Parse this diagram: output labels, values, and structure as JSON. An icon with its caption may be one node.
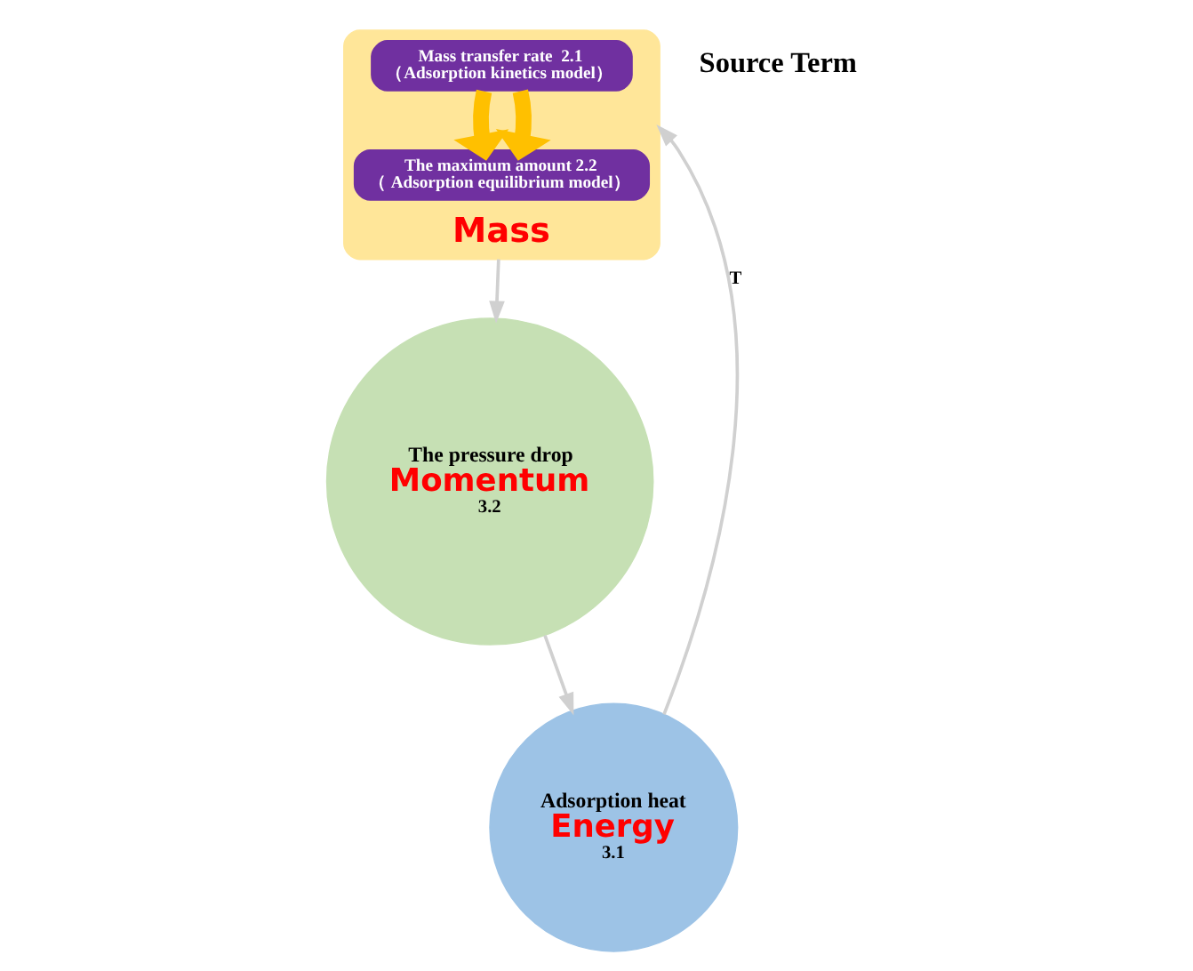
{
  "diagram": {
    "nodes": [
      {
        "text": [
          "The pressure drop",
          "Momentum",
          "3.2"
        ]
      },
      {
        "text": [
          "Adsorption heat",
          "Energy",
          "3.1"
        ]
      },
      {
        "text": [
          "Mass"
        ]
      },
      {
        "text": [
          "Mass transfer rate  2.1",
          "（Adsorption kinetics model）"
        ],
        "in": 2
      },
      {
        "text": [
          "The maximum amount 2.2",
          "（ Adsorption equilibrium model）"
        ],
        "in": 2
      }
    ],
    "edges": [
      {
        "from": 2,
        "to": 0,
        "arrow": "to"
      },
      {
        "from": 0,
        "to": 1,
        "arrow": "to"
      },
      {
        "from": 1,
        "to": 2,
        "arrow": "to",
        "label": "T"
      },
      {
        "from": 3,
        "to": 4,
        "arrow": "to",
        "style": "thick",
        "color": "#ffc000"
      },
      {
        "from": 3,
        "to": 4,
        "arrow": "to",
        "style": "thick",
        "color": "#ffc000"
      }
    ],
    "labels": [
      "Source Term"
    ]
  }
}
